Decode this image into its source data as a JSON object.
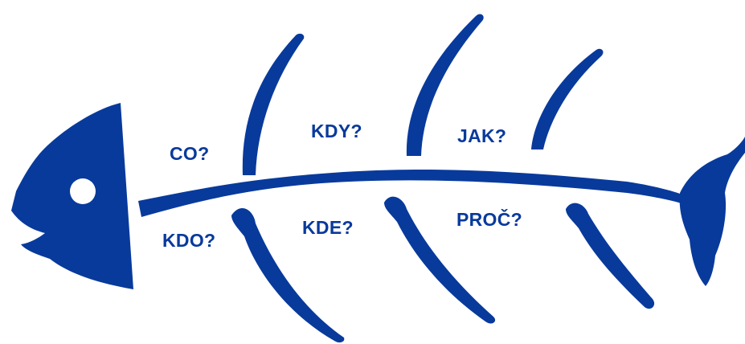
{
  "colors": {
    "fish": "#083a9c",
    "text": "#083a9c",
    "background": "#ffffff"
  },
  "labels": {
    "co": "CO?",
    "kdy": "KDY?",
    "jak": "JAK?",
    "kdo": "KDO?",
    "kde": "KDE?",
    "proc": "PROČ?"
  }
}
